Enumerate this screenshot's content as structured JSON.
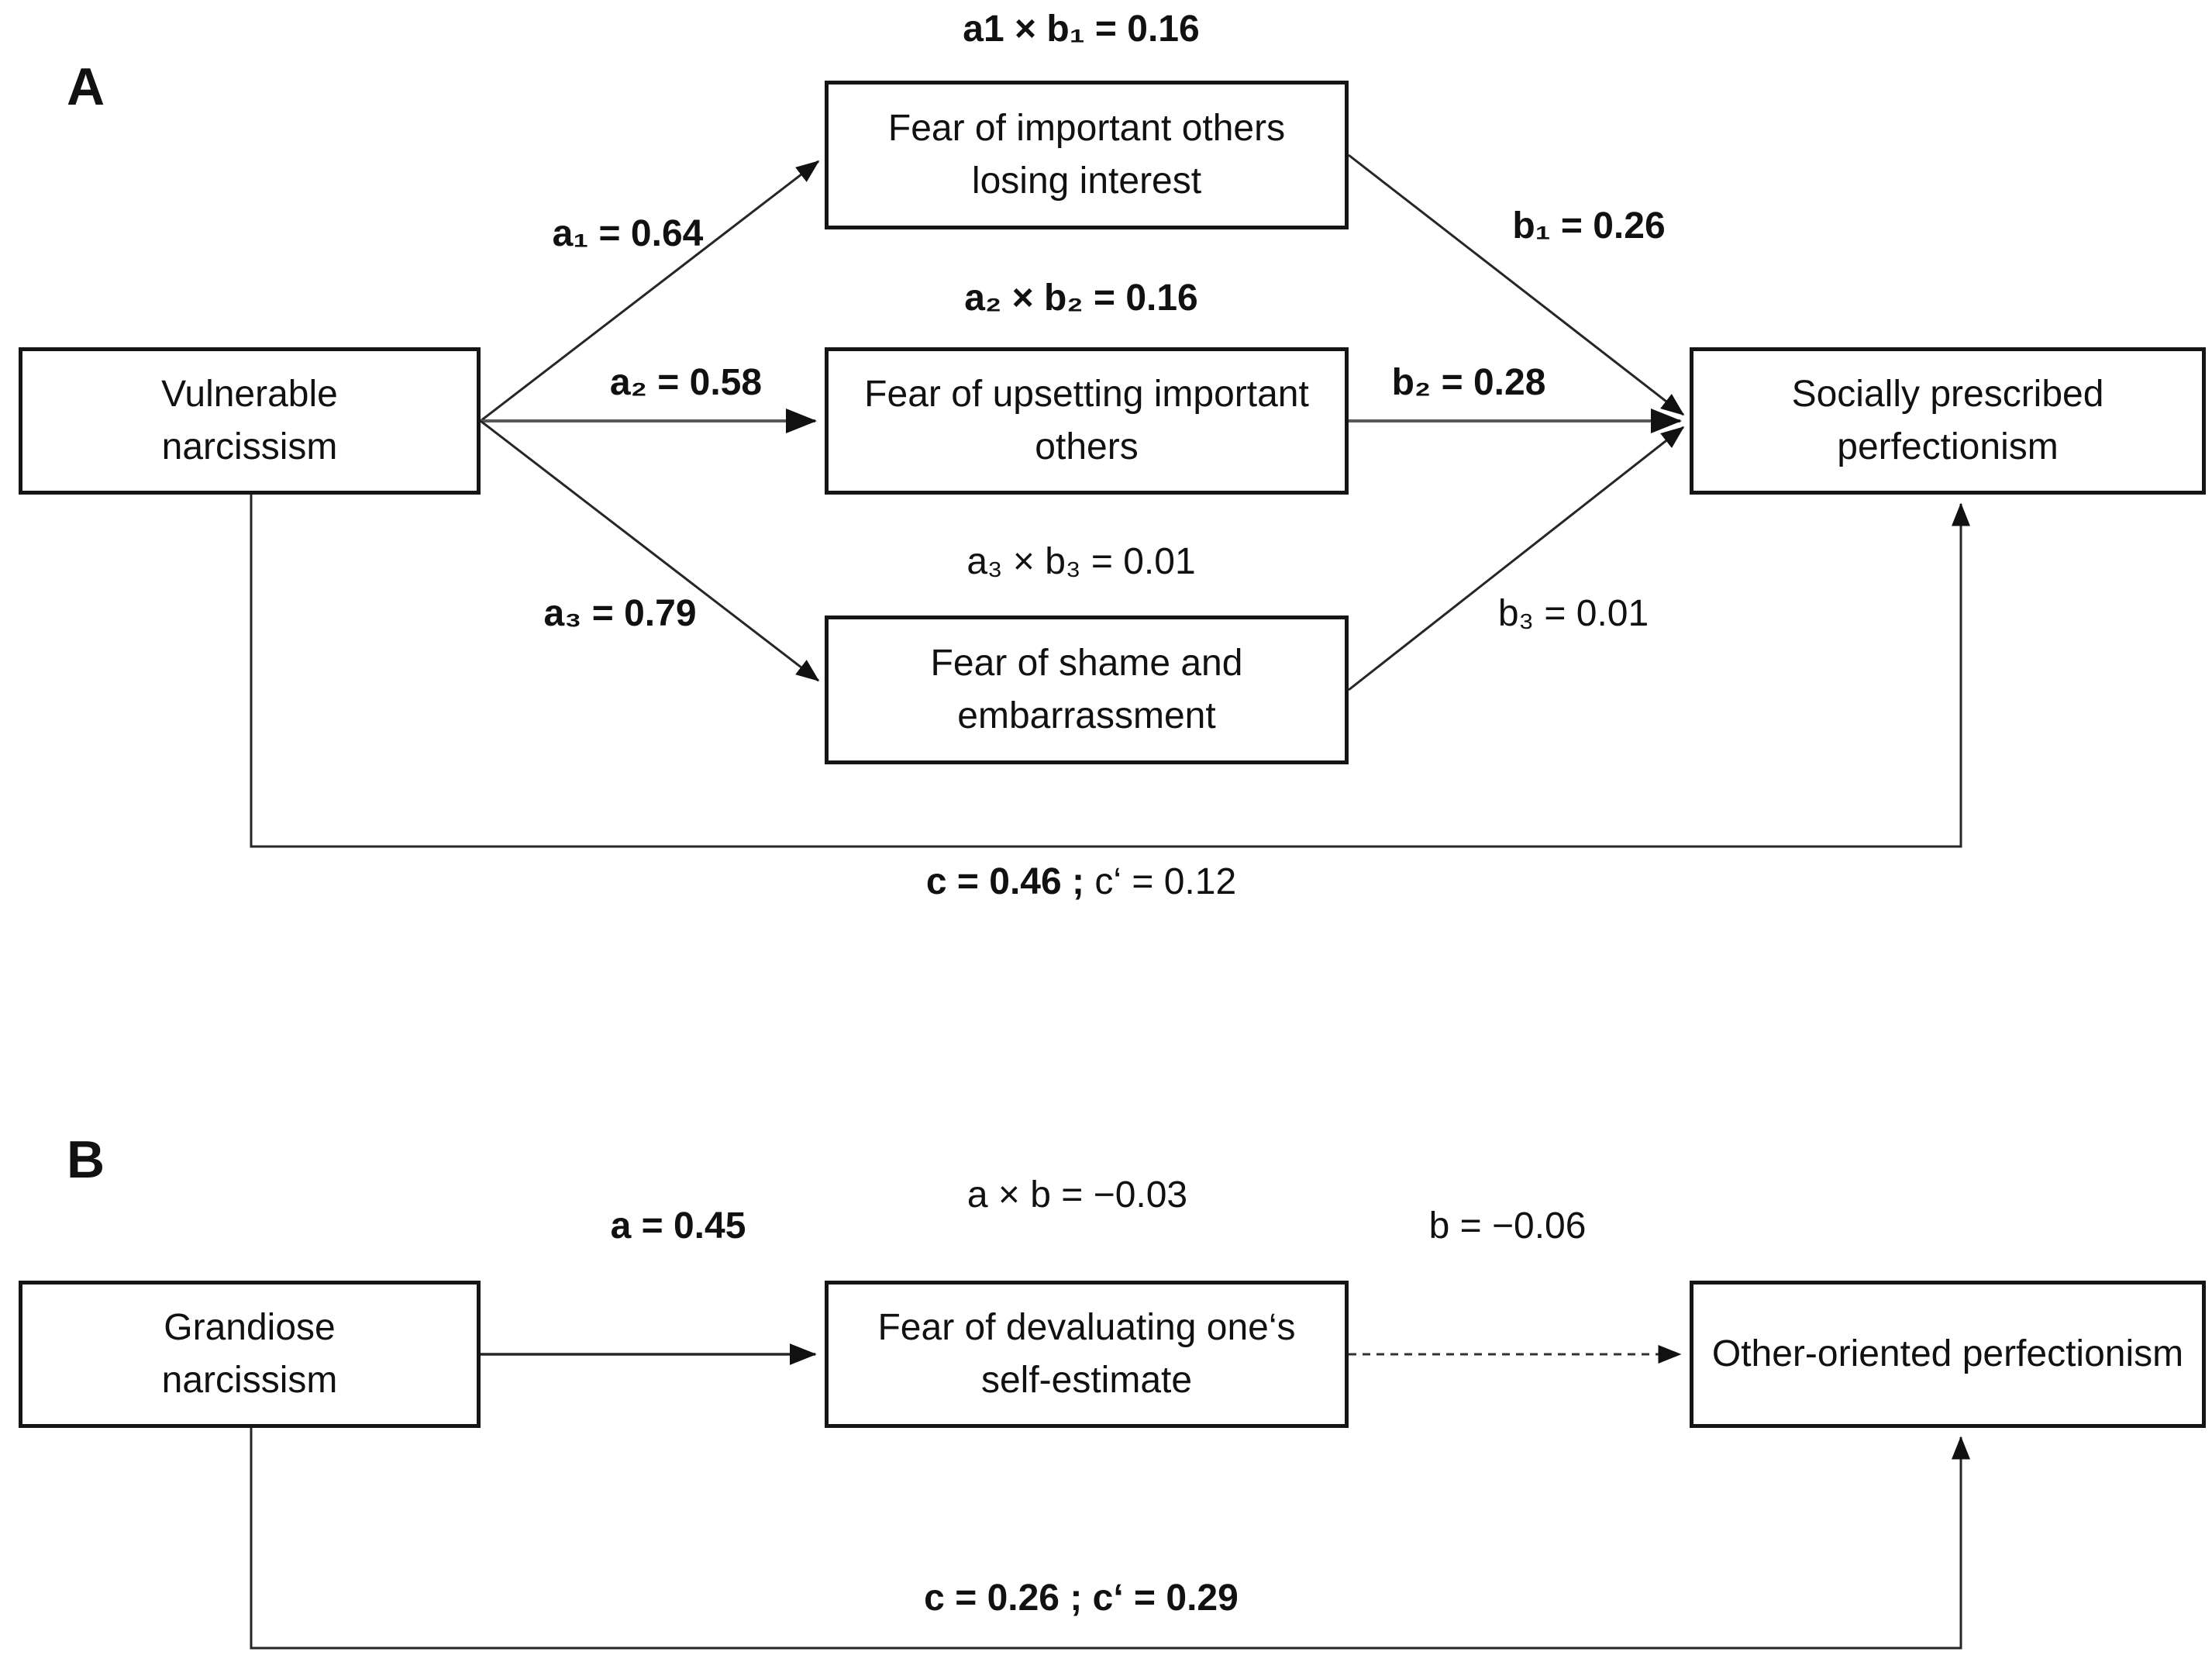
{
  "figure": {
    "panel_a": {
      "panel_label": "A",
      "predictor": "Vulnerable narcissism",
      "mediator_1": "Fear of important others losing interest",
      "mediator_2": "Fear of upsetting important others",
      "mediator_3": "Fear of shame and embarrassment",
      "outcome": "Socially prescribed perfectionism",
      "indirect_effect_1": "a1 × b₁ = 0.16",
      "indirect_effect_2": "a₂ × b₂ = 0.16",
      "indirect_effect_3": "a₃ × b₃ = 0.01",
      "path_a1": "a₁ = 0.64",
      "path_a2": "a₂ = 0.58",
      "path_a3": "a₃ = 0.79",
      "path_b1": "b₁ = 0.26",
      "path_b2": "b₂ = 0.28",
      "path_b3": "b₃ = 0.01",
      "total_effect": "c = 0.46 ;",
      "direct_effect": "c‘ = 0.12"
    },
    "panel_b": {
      "panel_label": "B",
      "predictor": "Grandiose narcissism",
      "mediator": "Fear of devaluating one‘s self-estimate",
      "outcome": "Other-oriented perfectionism",
      "indirect_effect": "a × b = −0.03",
      "path_a": "a = 0.45",
      "path_b": "b = −0.06",
      "total_and_direct_effect": "c = 0.26 ; c‘ = 0.29"
    }
  }
}
